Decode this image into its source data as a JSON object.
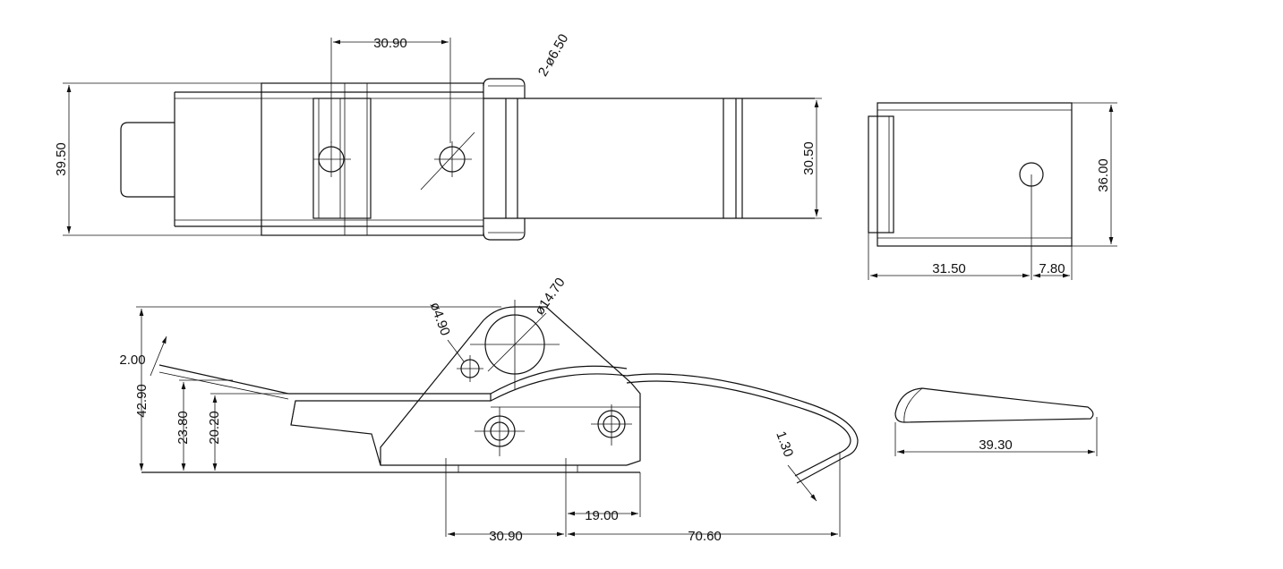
{
  "dimensions": {
    "top_spacing": "30.90",
    "hole_callout": "2-ø6.50",
    "overall_width": "39.50",
    "strap_width": "30.50",
    "keeper_height": "36.00",
    "keeper_length": "31.50",
    "keeper_hole_offset": "7.80",
    "pivot_dia": "ø14.70",
    "small_hole_dia": "ø4.90",
    "lever_thickness": "2.00",
    "overall_height": "42.90",
    "height_a": "23.80",
    "height_b": "20.20",
    "hook_thickness": "1.30",
    "base_spacing": "30.90",
    "base_offset": "19.00",
    "hook_reach": "70.60",
    "catch_length": "39.30"
  },
  "colors": {
    "line": "#111111",
    "background": "#ffffff"
  }
}
